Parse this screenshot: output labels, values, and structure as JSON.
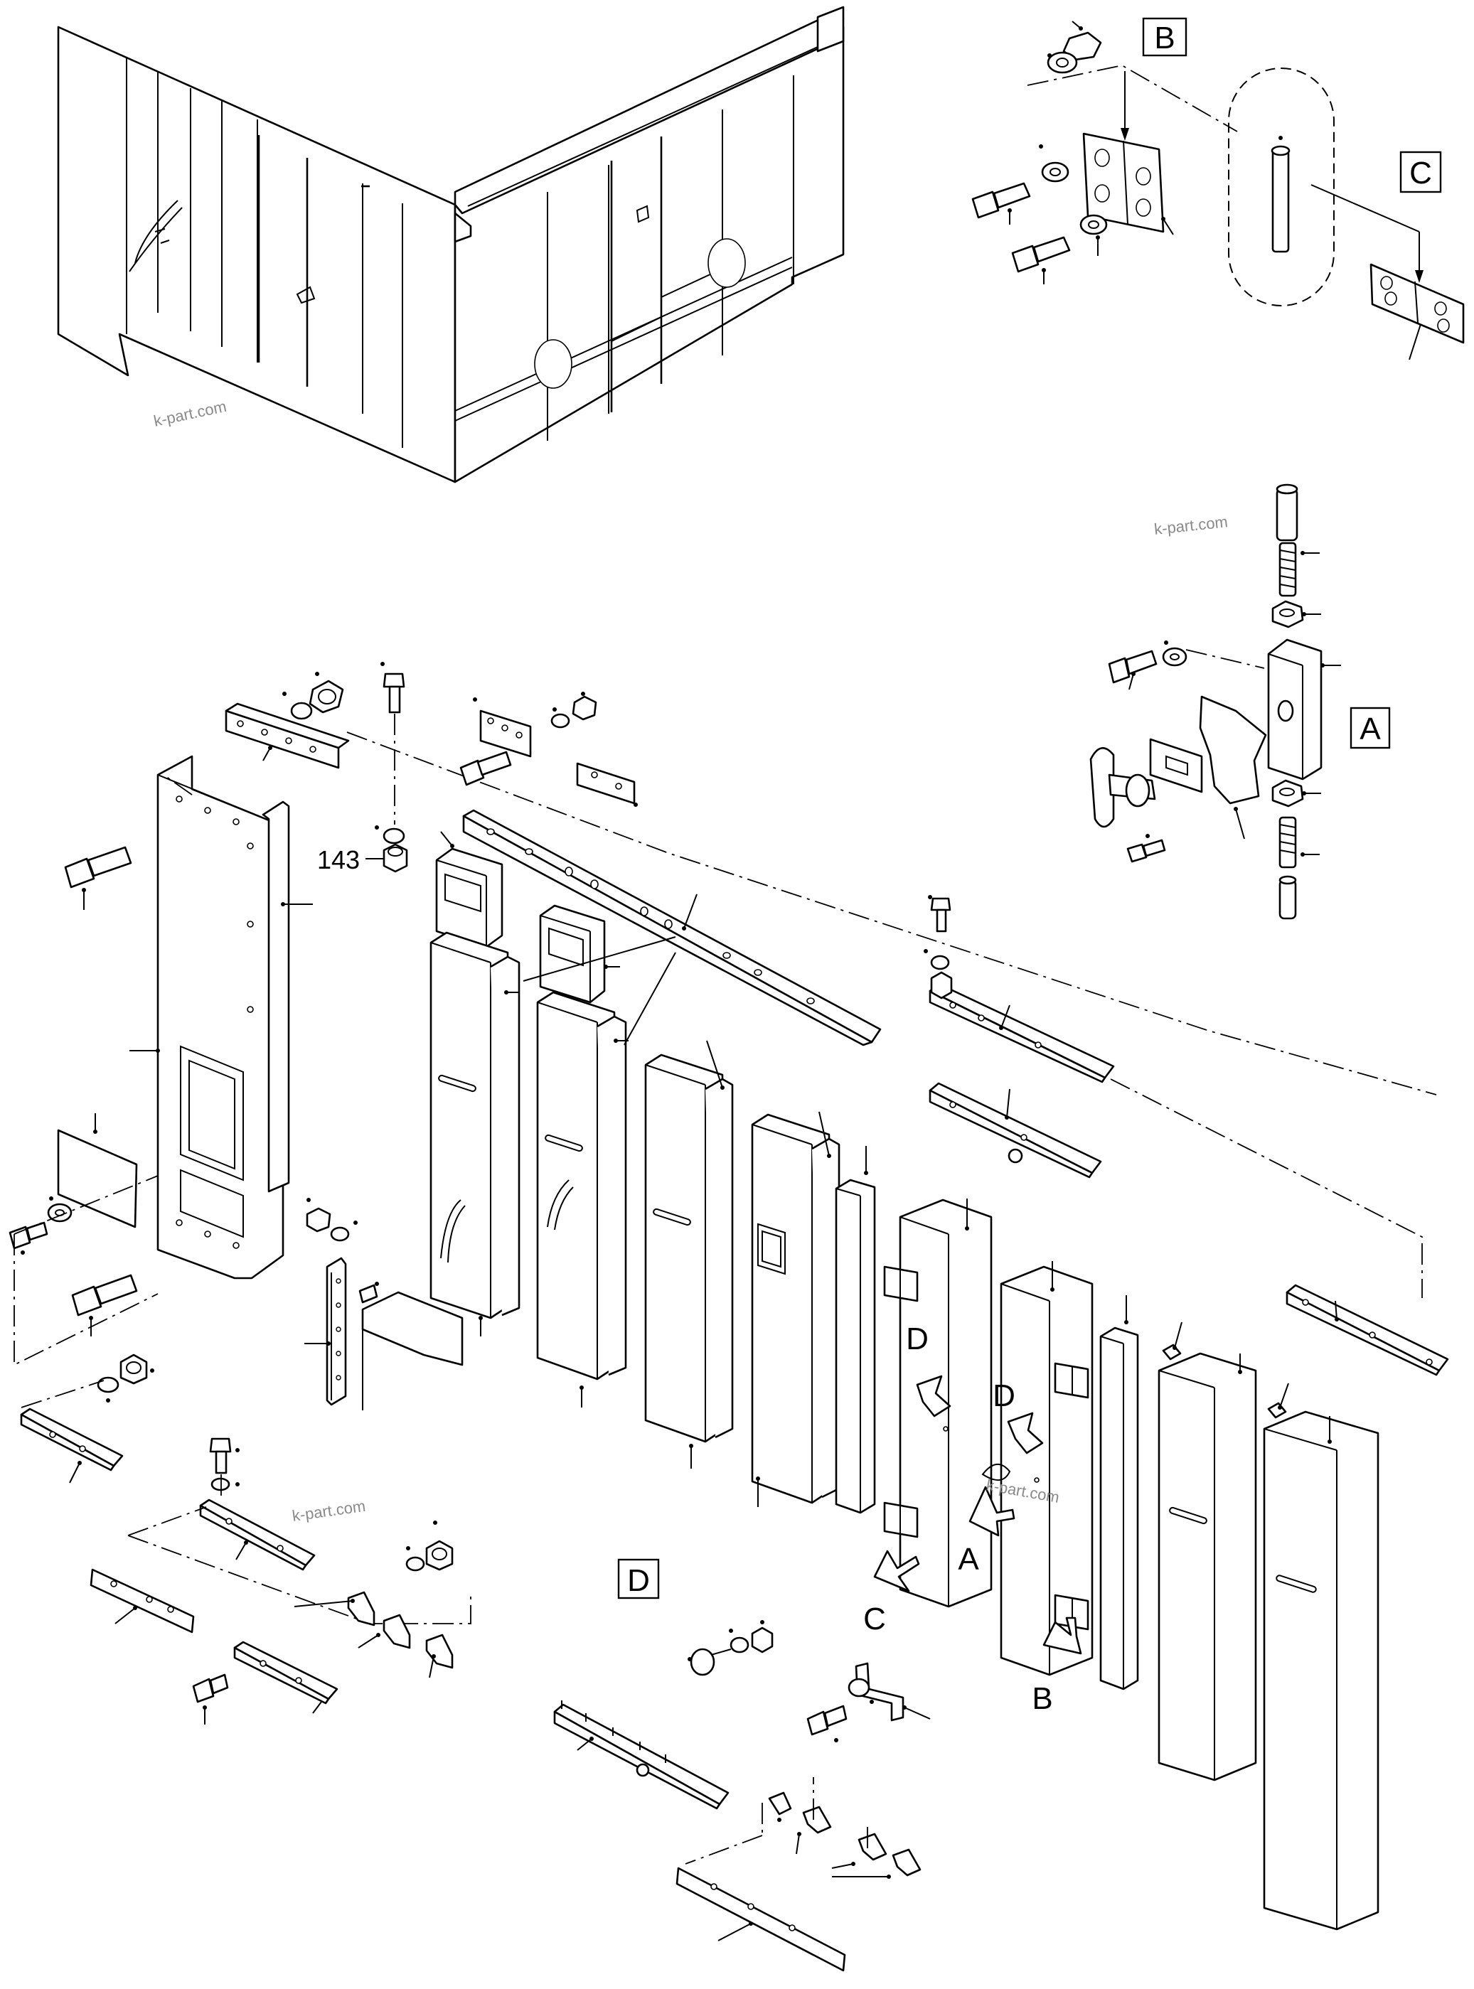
{
  "callouts": {
    "part_number": "143",
    "detail_a": "A",
    "detail_b": "B",
    "detail_c": "C",
    "detail_d": "D"
  },
  "watermarks": [
    "k-part.com",
    "k-part.com",
    "k-part.com",
    "k-part.com"
  ]
}
